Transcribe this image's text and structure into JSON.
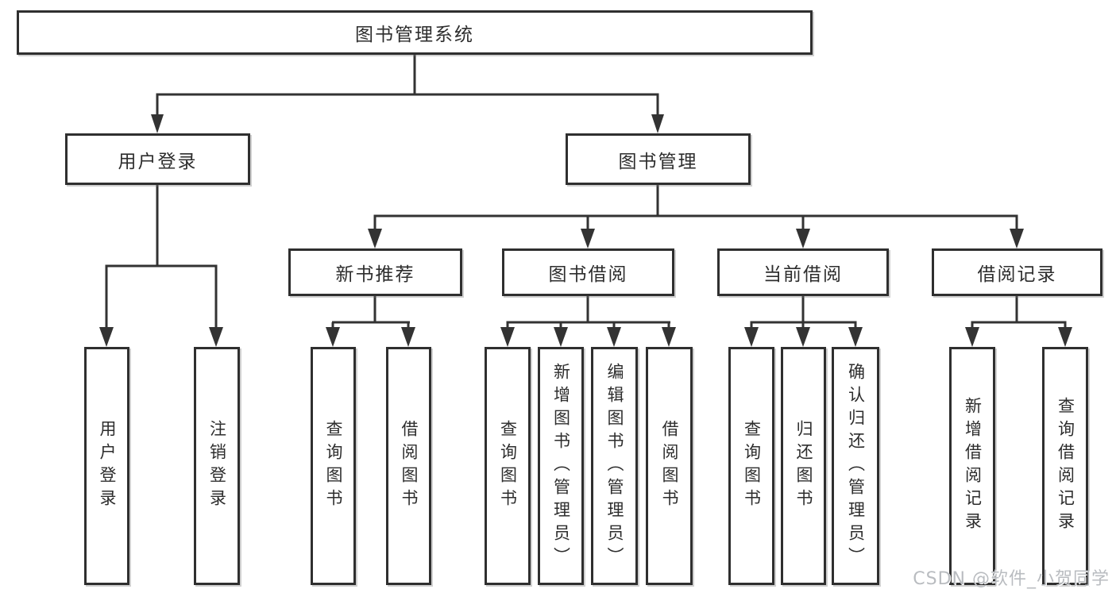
{
  "diagram": {
    "type": "hierarchy-tree",
    "orientation": "top-down",
    "colors": {
      "background": "#ffffff",
      "box_border": "#2f2f2f",
      "connector": "#333333",
      "text": "#2d2d2d",
      "watermark_text_color": "#b9bcc0"
    }
  },
  "tree": {
    "label": "图书管理系统",
    "children": [
      {
        "label": "用户登录",
        "children": [
          {
            "label": "用户登录"
          },
          {
            "label": "注销登录"
          }
        ]
      },
      {
        "label": "图书管理",
        "children": [
          {
            "label": "新书推荐",
            "children": [
              {
                "label": "查询图书"
              },
              {
                "label": "借阅图书"
              }
            ]
          },
          {
            "label": "图书借阅",
            "children": [
              {
                "label": "查询图书"
              },
              {
                "label": "新增图书（管理员）"
              },
              {
                "label": "编辑图书（管理员）"
              },
              {
                "label": "借阅图书"
              }
            ]
          },
          {
            "label": "当前借阅",
            "children": [
              {
                "label": "查询图书"
              },
              {
                "label": "归还图书"
              },
              {
                "label": "确认归还（管理员）"
              }
            ]
          },
          {
            "label": "借阅记录",
            "children": [
              {
                "label": "新增借阅记录"
              },
              {
                "label": "查询借阅记录"
              }
            ]
          }
        ]
      }
    ]
  },
  "watermark": {
    "text": "CSDN @软件_小贺同学"
  }
}
